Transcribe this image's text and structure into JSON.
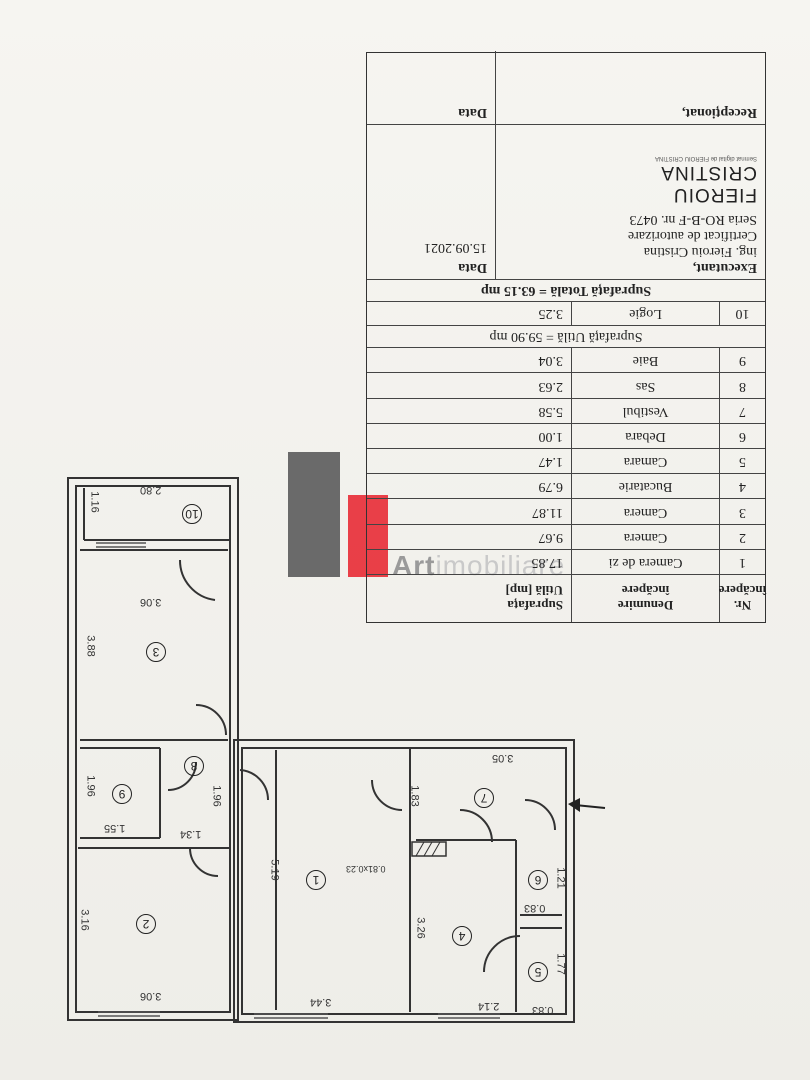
{
  "table": {
    "header": {
      "nr": "Nr.",
      "nr2": "încăpere",
      "name": "Denumire",
      "name2": "încăpere",
      "area": "Suprafața",
      "area2": "Utilă [mp]"
    },
    "rows": [
      {
        "nr": "1",
        "name": "Camera de zi",
        "area": "17.85"
      },
      {
        "nr": "2",
        "name": "Camera",
        "area": "9.67"
      },
      {
        "nr": "3",
        "name": "Camera",
        "area": "11.87"
      },
      {
        "nr": "4",
        "name": "Bucatarie",
        "area": "6.79"
      },
      {
        "nr": "5",
        "name": "Camara",
        "area": "1.47"
      },
      {
        "nr": "6",
        "name": "Debara",
        "area": "1.00"
      },
      {
        "nr": "7",
        "name": "Vestibul",
        "area": "5.58"
      },
      {
        "nr": "8",
        "name": "Sas",
        "area": "2.63"
      },
      {
        "nr": "9",
        "name": "Baie",
        "area": "3.04"
      }
    ],
    "util_total": "Suprafață Utilă = 59.90 mp",
    "logia": {
      "nr": "10",
      "name": "Logie",
      "area": "3.25"
    },
    "grand_total": "Suprafață Totală = 63.15 mp",
    "executant_label": "Executant,",
    "date_label": "Data",
    "executant_name": "ing. Fieroiu Cristina",
    "cert": "Certificat de autorizare",
    "serie": "Seria RO-B-F nr. 0473",
    "exec_date": "15.09.2021",
    "stamp_name1": "FIEROIU",
    "stamp_name2": "CRISTINA",
    "stamp_small": "Semnat digital de FIEROIU CRISTINA",
    "receptionat_label": "Recepționat,",
    "receptionat_date_label": "Data"
  },
  "watermark": {
    "brand": "Art",
    "suffix": "imobiliare"
  },
  "plan": {
    "dims": [
      "2.80",
      "1.16",
      "3.06",
      "3.88",
      "1.96",
      "1.55",
      "1.34",
      "1.96",
      "3.16",
      "3.06",
      "5.19",
      "3.44",
      "0.81x0.23",
      "3.05",
      "1.83",
      "1.21",
      "0.83",
      "3.26",
      "1.77",
      "2.14",
      "0.83"
    ],
    "rooms": [
      "1",
      "2",
      "3",
      "4",
      "5",
      "6",
      "7",
      "8",
      "9",
      "10"
    ]
  }
}
